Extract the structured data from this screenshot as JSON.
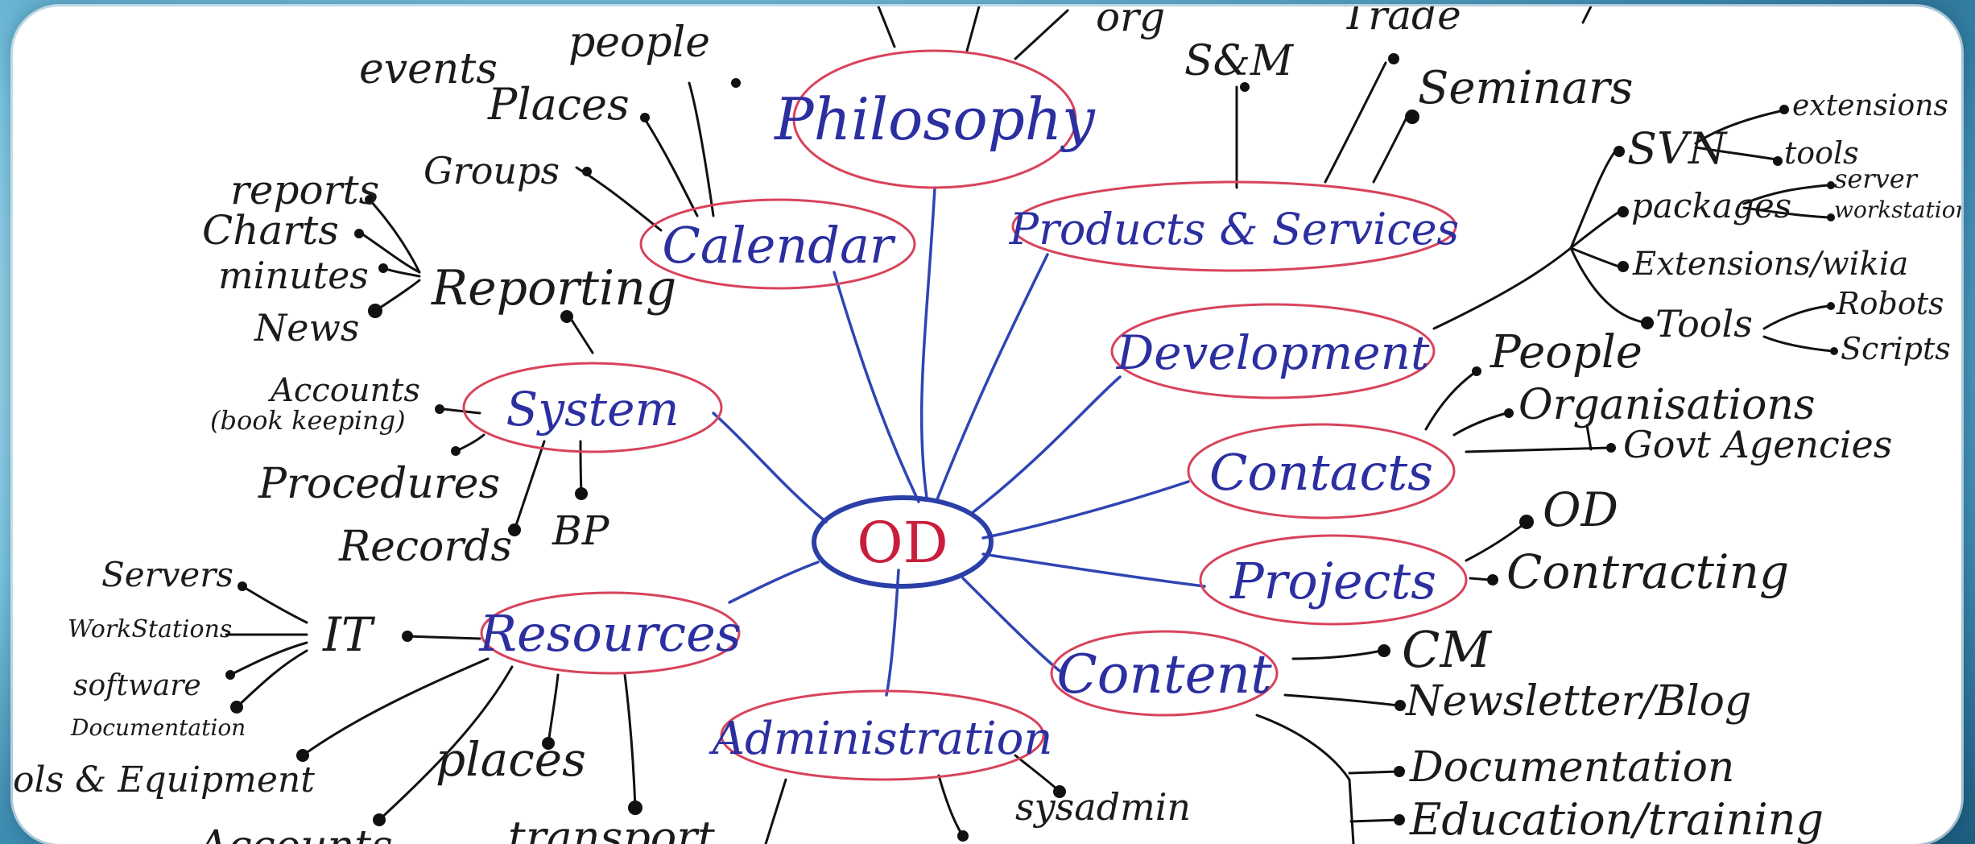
{
  "center": "OD",
  "branches": {
    "philosophy": "Philosophy",
    "calendar": "Calendar",
    "products": "Products & Services",
    "development": "Development",
    "system": "System",
    "contacts": "Contacts",
    "projects": "Projects",
    "resources": "Resources",
    "content": "Content",
    "administration": "Administration"
  },
  "leaves": {
    "events": "events",
    "people_top": "people",
    "places_top": "Places",
    "groups": "Groups",
    "org": "org",
    "sm": "S&M",
    "trade": "Trade",
    "seminars": "Seminars",
    "reports": "reports",
    "charts": "Charts",
    "minutes": "minutes",
    "news": "News",
    "reporting": "Reporting",
    "accounts": "Accounts",
    "bookkeeping": "(book keeping)",
    "procedures": "Procedures",
    "records": "Records",
    "bp": "BP",
    "servers": "Servers",
    "workstations_it": "WorkStations",
    "software": "software",
    "documentation_it": "Documentation",
    "it": "IT",
    "tools_equipment": "ols & Equipment",
    "places_res": "places",
    "accounts_bottom": "Accounts",
    "transport": "transport",
    "sysadmin": "sysadmin",
    "svn": "SVN",
    "extensions": "extensions",
    "tools_svn": "tools",
    "packages": "packages",
    "server": "server",
    "workstation": "workstation",
    "extensions_wiki": "Extensions/wikia",
    "tools_dev": "Tools",
    "robots": "Robots",
    "scripts": "Scripts",
    "people_contacts": "People",
    "organisations": "Organisations",
    "govt": "Govt Agencies",
    "od_proj": "OD",
    "contracting": "Contracting",
    "cm": "CM",
    "newsletter": "Newsletter/Blog",
    "documentation": "Documentation",
    "education": "Education/training"
  },
  "colors": {
    "node_outline": "#d8435c",
    "branch_line": "#2f45b3",
    "center_text": "#c81e3c",
    "category_text": "#2b2fa0"
  }
}
